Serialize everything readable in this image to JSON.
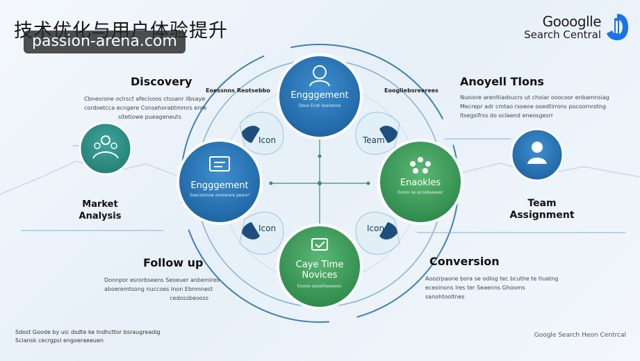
{
  "header": {
    "title": "技术优化与用户体验提升",
    "watermark": "passion-arena.com"
  },
  "brand": {
    "line1": "Goooglle",
    "line2": "Search Central",
    "footer": "Google Search Heon Centrcal",
    "color": "#1a73e8"
  },
  "colors": {
    "blue_node": "#2a77b8",
    "green_node": "#3a9a5a",
    "teal_node": "#2c8f8a",
    "ring": "#3d7fb5",
    "ring_light": "#7fb0d6",
    "petal": "#dfeef5"
  },
  "left": {
    "discovery_title": "Discovery",
    "discovery_desc": [
      "Cbnesrone oclrsct afecisoos ctssanr ilbsaye",
      "cordoetcca ecngere Consehorabtmmrs enre",
      "sitetiowe pueageneuts"
    ],
    "market_analysis": [
      "Market",
      "Analysis"
    ],
    "follow_up_title": "Follow up",
    "follow_up_desc": [
      "Donnpor esrorbseens Seoeuer anbemires",
      "aboeremtsong nuccoes Inon Ebnmnest",
      "cedossbeooss"
    ]
  },
  "right": {
    "analysis_title": "Anoyell Tlons",
    "analysis_desc": [
      "Nuoiore arenltiadsucrs ut choiar ooocoor enbamnsiag",
      "Mecrepr adr cmtao rsoeoe ooedtirrons pocoornrotng",
      "ltsegsifrss do oclaend eneosgesrr"
    ],
    "team_assignment": [
      "Team",
      "Assignment"
    ],
    "conversion_title": "Conversion",
    "conversion_desc": [
      "Aoozrpaone bora se odiog tec bcuthe te tiuatng",
      "eceoinons lres ter Seaenns Ghooms",
      "sanohtooltnes"
    ]
  },
  "labels_top": {
    "left": "Eoessnns Reotsebbo",
    "right": "Eoogliebsreerees"
  },
  "nodes": {
    "top": {
      "title": "Engggement",
      "sub": "Deoo Ecet Isoresoos"
    },
    "left": {
      "title": "Engggement",
      "sub": "Soecoorsoe ooresrere peeorl"
    },
    "right": {
      "title": "Enaokles",
      "sub": "Eosre oe ecooteeeeer"
    },
    "bottom": {
      "title": [
        "Caye Time",
        "Novices"
      ],
      "sub": "Eoeoe oeoetlseeeeoc"
    }
  },
  "petals": {
    "upper_left": "Icon",
    "upper_right": "Team",
    "lower_left": "Icon",
    "lower_right": "Icon"
  },
  "footer": {
    "left": [
      "Sdost Goode by uic dsdte ke Indhcttor bsraugreadig",
      "Sciansk cecrgpsl engoeraeeuen"
    ]
  }
}
